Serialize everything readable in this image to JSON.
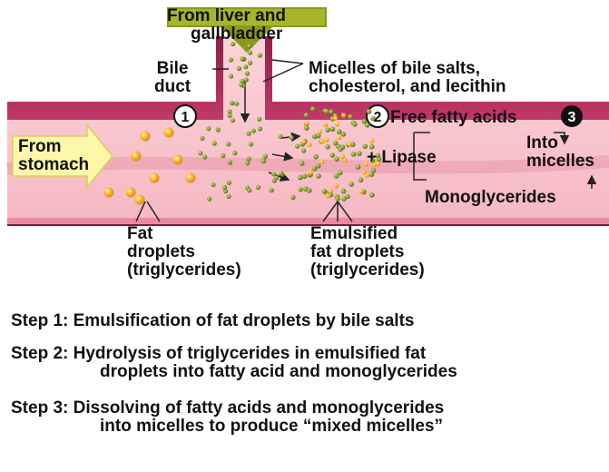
{
  "header": {
    "line1": "From liver and",
    "line2": "gallbladder"
  },
  "labels": {
    "bile_duct": [
      "Bile",
      "duct"
    ],
    "micelles": [
      "Micelles of bile salts,",
      "cholesterol, and lecithin"
    ],
    "from_stomach": [
      "From",
      "stomach"
    ],
    "free_fatty_acids": "Free fatty acids",
    "lipase": "+ Lipase",
    "into_micelles": [
      "Into",
      "micelles"
    ],
    "monoglycerides": "Monoglycerides",
    "fat_droplets": [
      "Fat",
      "droplets",
      "(triglycerides)"
    ],
    "emulsified": [
      "Emulsified",
      "fat droplets",
      "(triglycerides)"
    ]
  },
  "markers": [
    "1",
    "2",
    "3"
  ],
  "steps": [
    {
      "line1": "Step 1: Emulsification of fat droplets by bile salts",
      "line2": ""
    },
    {
      "line1": "Step 2: Hydrolysis of triglycerides in emulsified fat",
      "line2": "droplets into fatty acid and monoglycerides"
    },
    {
      "line1": "Step 3: Dissolving of fatty acids and monoglycerides",
      "line2": "into micelles to produce “mixed micelles”"
    }
  ],
  "colors": {
    "intestine_outer": "#b32a5e",
    "intestine_inner": "#f7c2cc",
    "arrow_in": "#fbf6a8",
    "funnel": "#8a9a18",
    "micelle": "#6f8d1f",
    "fat_droplet": "#f3a81e"
  }
}
